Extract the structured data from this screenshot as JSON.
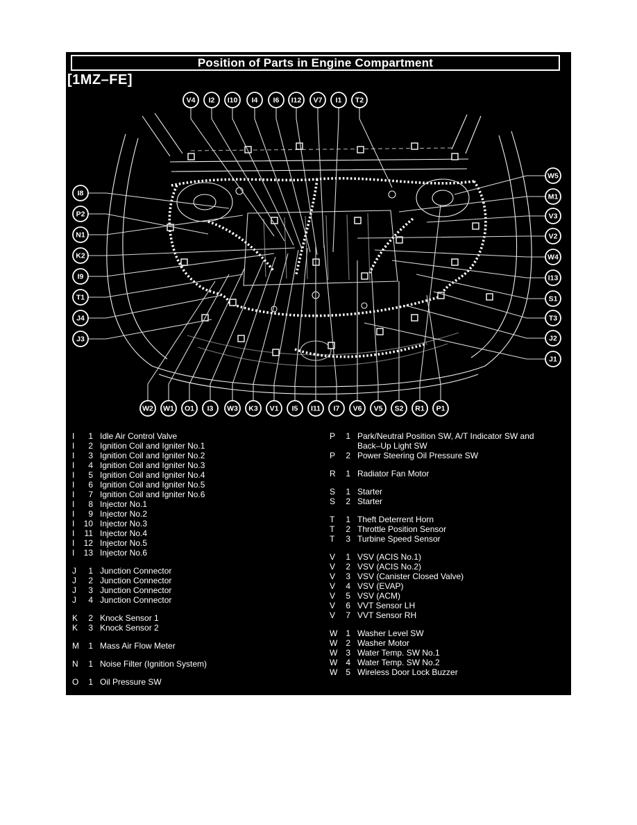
{
  "header": {
    "title": "Position of Parts in Engine Compartment",
    "engine_code": "[1MZ–FE]"
  },
  "colors": {
    "panel_background": "#000000",
    "ink": "#ffffff",
    "page_background": "#ffffff"
  },
  "callouts": {
    "top": [
      "V4",
      "I2",
      "I10",
      "I4",
      "I6",
      "I12",
      "V7",
      "I1",
      "T2"
    ],
    "left": [
      "I8",
      "P2",
      "N1",
      "K2",
      "I9",
      "T1",
      "J4",
      "J3"
    ],
    "right": [
      "W5",
      "M1",
      "V3",
      "V2",
      "W4",
      "I13",
      "S1",
      "T3",
      "J2",
      "J1"
    ],
    "bottom": [
      "W2",
      "W1",
      "O1",
      "I3",
      "W3",
      "K3",
      "V1",
      "I5",
      "I11",
      "I7",
      "V6",
      "V5",
      "S2",
      "R1",
      "P1"
    ]
  },
  "legend": {
    "left_groups": [
      [
        [
          "I",
          "1",
          "Idle Air Control Valve"
        ],
        [
          "I",
          "2",
          "Ignition Coil and Igniter No.1"
        ],
        [
          "I",
          "3",
          "Ignition Coil and Igniter No.2"
        ],
        [
          "I",
          "4",
          "Ignition Coil and Igniter No.3"
        ],
        [
          "I",
          "5",
          "Ignition Coil and Igniter No.4"
        ],
        [
          "I",
          "6",
          "Ignition Coil and Igniter No.5"
        ],
        [
          "I",
          "7",
          "Ignition Coil and Igniter No.6"
        ],
        [
          "I",
          "8",
          "Injector No.1"
        ],
        [
          "I",
          "9",
          "Injector No.2"
        ],
        [
          "I",
          "10",
          "Injector No.3"
        ],
        [
          "I",
          "11",
          "Injector No.4"
        ],
        [
          "I",
          "12",
          "Injector No.5"
        ],
        [
          "I",
          "13",
          "Injector No.6"
        ]
      ],
      [
        [
          "J",
          "1",
          "Junction Connector"
        ],
        [
          "J",
          "2",
          "Junction Connector"
        ],
        [
          "J",
          "3",
          "Junction Connector"
        ],
        [
          "J",
          "4",
          "Junction Connector"
        ]
      ],
      [
        [
          "K",
          "2",
          "Knock Sensor 1"
        ],
        [
          "K",
          "3",
          "Knock Sensor 2"
        ]
      ],
      [
        [
          "M",
          "1",
          "Mass Air Flow Meter"
        ]
      ],
      [
        [
          "N",
          "1",
          "Noise Filter (Ignition System)"
        ]
      ],
      [
        [
          "O",
          "1",
          "Oil Pressure SW"
        ]
      ]
    ],
    "right_groups": [
      [
        [
          "P",
          "1",
          "Park/Neutral Position SW, A/T Indicator SW and Back–Up Light SW"
        ],
        [
          "P",
          "2",
          "Power Steering Oil Pressure SW"
        ]
      ],
      [
        [
          "R",
          "1",
          "Radiator Fan Motor"
        ]
      ],
      [
        [
          "S",
          "1",
          "Starter"
        ],
        [
          "S",
          "2",
          "Starter"
        ]
      ],
      [
        [
          "T",
          "1",
          "Theft Deterrent Horn"
        ],
        [
          "T",
          "2",
          "Throttle Position Sensor"
        ],
        [
          "T",
          "3",
          "Turbine Speed Sensor"
        ]
      ],
      [
        [
          "V",
          "1",
          "VSV (ACIS No.1)"
        ],
        [
          "V",
          "2",
          "VSV (ACIS No.2)"
        ],
        [
          "V",
          "3",
          "VSV (Canister Closed Valve)"
        ],
        [
          "V",
          "4",
          "VSV (EVAP)"
        ],
        [
          "V",
          "5",
          "VSV (ACM)"
        ],
        [
          "V",
          "6",
          "VVT Sensor LH"
        ],
        [
          "V",
          "7",
          "VVT Sensor RH"
        ]
      ],
      [
        [
          "W",
          "1",
          "Washer Level SW"
        ],
        [
          "W",
          "2",
          "Washer Motor"
        ],
        [
          "W",
          "3",
          "Water Temp. SW No.1"
        ],
        [
          "W",
          "4",
          "Water Temp. SW No.2"
        ],
        [
          "W",
          "5",
          "Wireless Door Lock Buzzer"
        ]
      ]
    ]
  }
}
